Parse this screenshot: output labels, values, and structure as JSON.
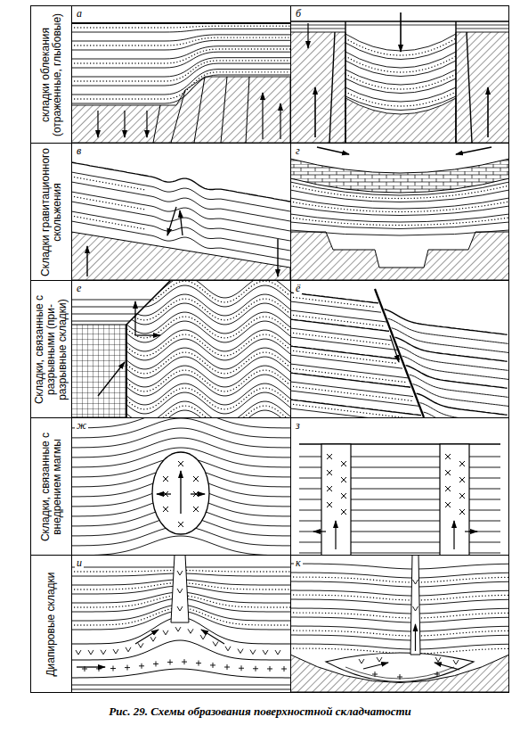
{
  "diagram": {
    "caption": "Рис. 29. Схемы образования поверхностной складчатости",
    "nodes": [
      {
        "text": [
          "складки облекания (отраженные, глыбовые)"
        ]
      },
      {
        "text": [
          "а"
        ]
      },
      {
        "text": [
          "б"
        ]
      },
      {
        "text": [
          "Складки гравитационного скольжения"
        ]
      },
      {
        "text": [
          "в"
        ]
      },
      {
        "text": [
          "г"
        ]
      },
      {
        "text": [
          "Складки, связанные с разрывными (при- разрывные складки)"
        ]
      },
      {
        "text": [
          "е"
        ]
      },
      {
        "text": [
          "ё"
        ]
      },
      {
        "text": [
          "Складки, связанные с внедрением магмы"
        ]
      },
      {
        "text": [
          "ж"
        ]
      },
      {
        "text": [
          "з"
        ]
      },
      {
        "text": [
          "Диапировые складки"
        ]
      },
      {
        "text": [
          "и"
        ]
      },
      {
        "text": [
          "к"
        ]
      }
    ]
  }
}
